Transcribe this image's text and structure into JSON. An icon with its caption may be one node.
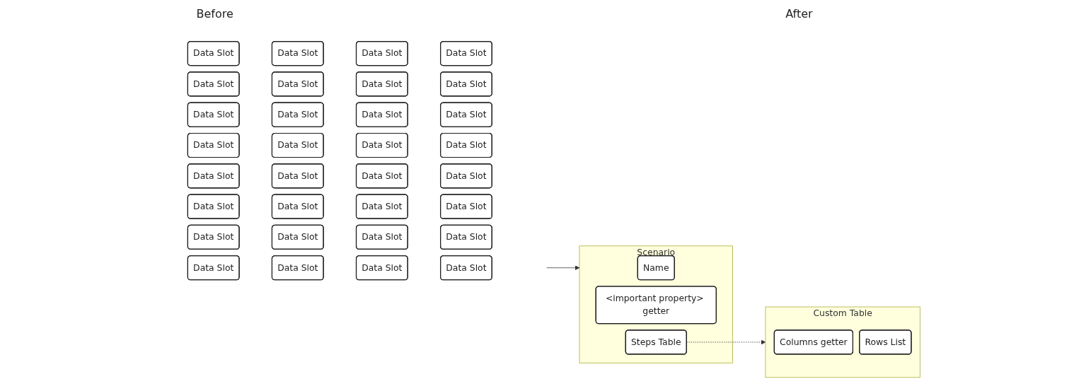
{
  "diagram": {
    "nodes": [
      {
        "text": [
          "Data Slot"
        ]
      },
      {
        "text": [
          "Data Slot"
        ]
      },
      {
        "text": [
          "Data Slot"
        ]
      },
      {
        "text": [
          "Data Slot"
        ]
      },
      {
        "text": [
          "Data Slot"
        ]
      },
      {
        "text": [
          "Data Slot"
        ]
      },
      {
        "text": [
          "Data Slot"
        ]
      },
      {
        "text": [
          "Data Slot"
        ]
      },
      {
        "text": [
          "Data Slot"
        ]
      },
      {
        "text": [
          "Data Slot"
        ]
      },
      {
        "text": [
          "Data Slot"
        ]
      },
      {
        "text": [
          "Data Slot"
        ]
      },
      {
        "text": [
          "Data Slot"
        ]
      },
      {
        "text": [
          "Data Slot"
        ]
      },
      {
        "text": [
          "Data Slot"
        ]
      },
      {
        "text": [
          "Data Slot"
        ]
      },
      {
        "text": [
          "Data Slot"
        ]
      },
      {
        "text": [
          "Data Slot"
        ]
      },
      {
        "text": [
          "Data Slot"
        ]
      },
      {
        "text": [
          "Data Slot"
        ]
      },
      {
        "text": [
          "Data Slot"
        ]
      },
      {
        "text": [
          "Data Slot"
        ]
      },
      {
        "text": [
          "Data Slot"
        ]
      },
      {
        "text": [
          "Data Slot"
        ]
      },
      {
        "text": [
          "Data Slot"
        ]
      },
      {
        "text": [
          "Data Slot"
        ]
      },
      {
        "text": [
          "Data Slot"
        ]
      },
      {
        "text": [
          "Data Slot"
        ]
      },
      {
        "text": [
          "Data Slot"
        ]
      },
      {
        "text": [
          "Data Slot"
        ]
      },
      {
        "text": [
          "Data Slot"
        ]
      },
      {
        "text": [
          "Data Slot"
        ]
      },
      {
        "text": [
          "Scenario"
        ]
      },
      {
        "text": [
          "Name"
        ],
        "in": 32
      },
      {
        "text": [
          "<important property> getter"
        ],
        "in": 32
      },
      {
        "text": [
          "Steps Table"
        ],
        "in": 32
      },
      {
        "text": [
          "Custom Table"
        ]
      },
      {
        "text": [
          "Columns getter"
        ],
        "in": 36
      },
      {
        "text": [
          "Rows List"
        ],
        "in": 36
      }
    ],
    "edges": [
      {
        "from": null,
        "to": 32,
        "arrow": "to"
      },
      {
        "from": 35,
        "to": 36,
        "arrow": "to",
        "style": "dashed"
      }
    ],
    "labels": [
      "Before",
      "After"
    ]
  }
}
